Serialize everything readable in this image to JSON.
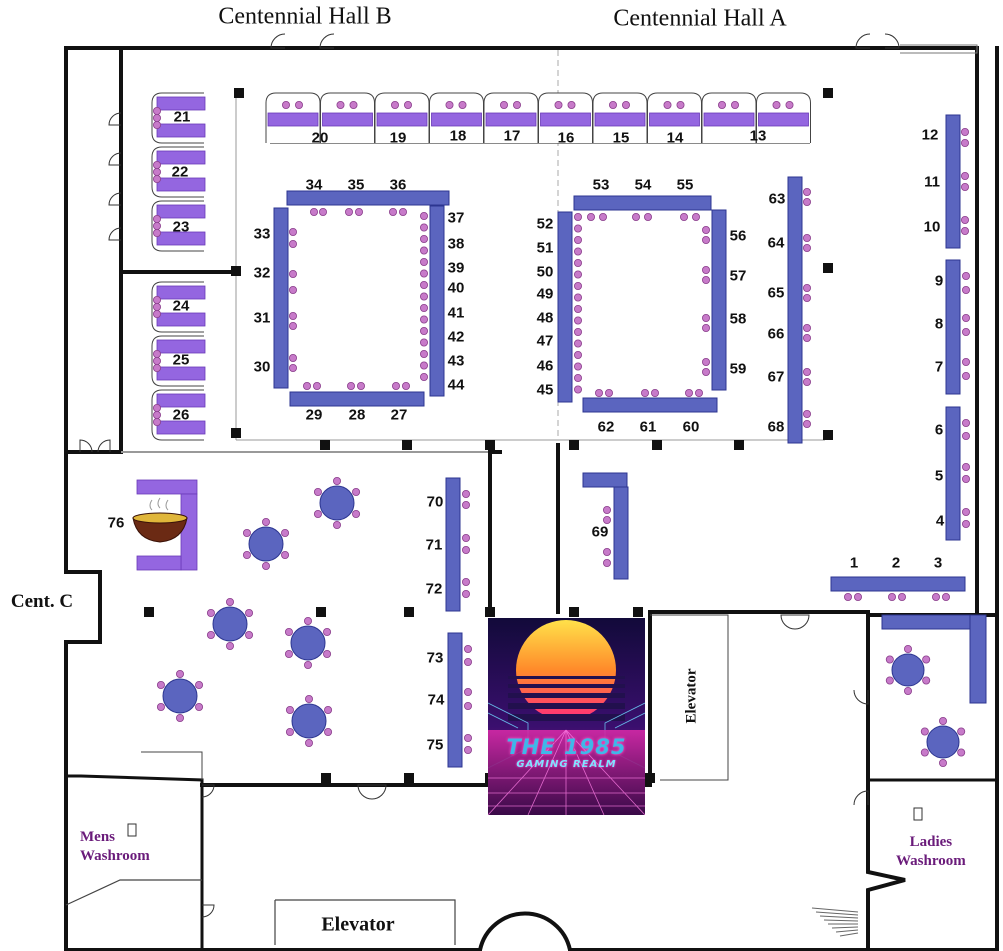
{
  "hall_labels": {
    "hall_b": "Centennial Hall B",
    "hall_a": "Centennial Hall A",
    "hall_c": "Cent. C"
  },
  "rooms": {
    "elevator_bottom": "Elevator",
    "elevator_right": "Elevator",
    "mens_line1": "Mens",
    "mens_line2": "Washroom",
    "ladies_line1": "Ladies",
    "ladies_line2": "Washroom"
  },
  "tables": [
    "1",
    "2",
    "3",
    "4",
    "5",
    "6",
    "7",
    "8",
    "9",
    "10",
    "11",
    "12",
    "13",
    "14",
    "15",
    "16",
    "17",
    "18",
    "19",
    "20",
    "21",
    "22",
    "23",
    "24",
    "25",
    "26",
    "27",
    "28",
    "29",
    "30",
    "31",
    "32",
    "33",
    "34",
    "35",
    "36",
    "37",
    "38",
    "39",
    "40",
    "41",
    "42",
    "43",
    "44",
    "45",
    "46",
    "47",
    "48",
    "49",
    "50",
    "51",
    "52",
    "53",
    "54",
    "55",
    "56",
    "57",
    "58",
    "59",
    "60",
    "61",
    "62",
    "63",
    "64",
    "65",
    "66",
    "67",
    "68",
    "69",
    "70",
    "71",
    "72",
    "73",
    "74",
    "75",
    "76"
  ],
  "poster": {
    "title": "THE 1985",
    "subtitle": "GAMING REALM"
  },
  "icons": {
    "food": "noodle-bowl-icon",
    "restroom": "restroom-sign-icon"
  },
  "colors": {
    "table": "#5b65bf",
    "table_border": "#2c3590",
    "booth": "#9466e0",
    "chair": "#c77ac9",
    "wall": "#111111"
  }
}
